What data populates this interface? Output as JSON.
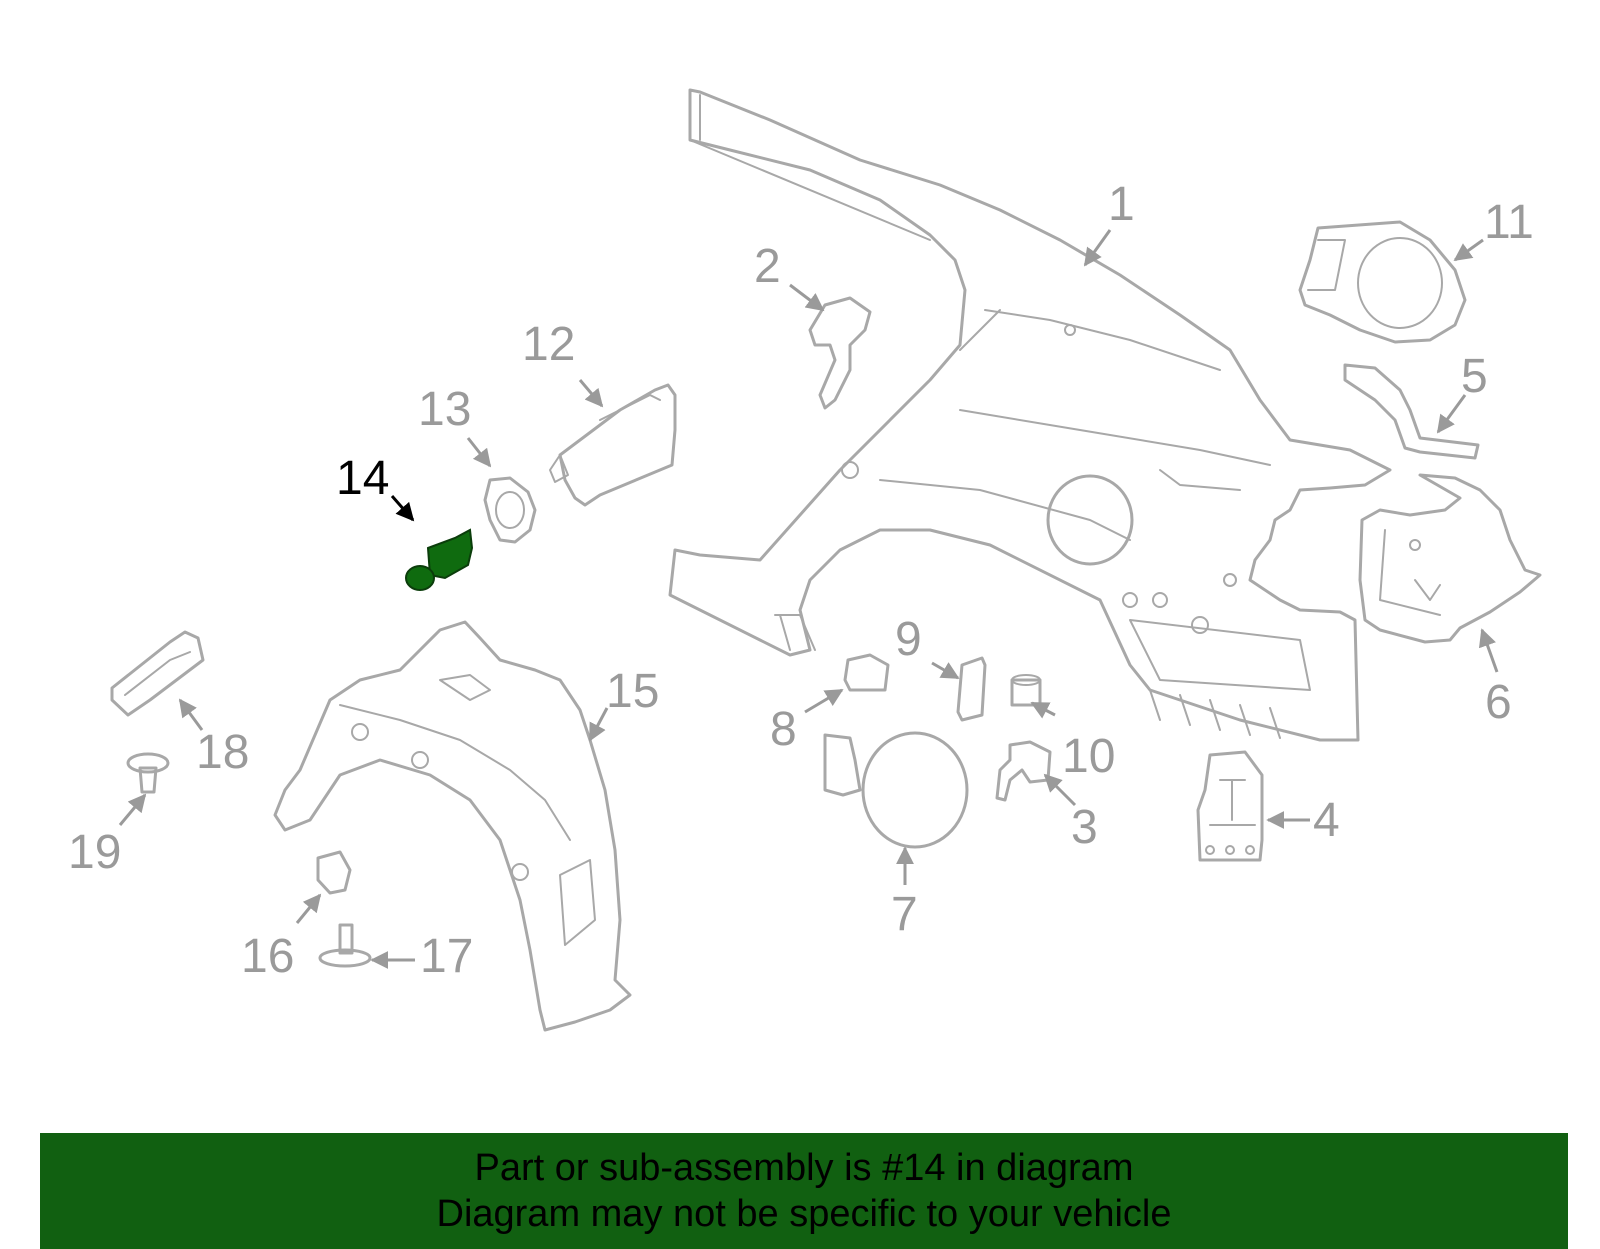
{
  "diagram": {
    "highlight_color": "#0f6b0f",
    "callouts": [
      {
        "id": "1",
        "label": "1"
      },
      {
        "id": "2",
        "label": "2"
      },
      {
        "id": "3",
        "label": "3"
      },
      {
        "id": "4",
        "label": "4"
      },
      {
        "id": "5",
        "label": "5"
      },
      {
        "id": "6",
        "label": "6"
      },
      {
        "id": "7",
        "label": "7"
      },
      {
        "id": "8",
        "label": "8"
      },
      {
        "id": "9",
        "label": "9"
      },
      {
        "id": "10",
        "label": "10"
      },
      {
        "id": "11",
        "label": "11"
      },
      {
        "id": "12",
        "label": "12"
      },
      {
        "id": "13",
        "label": "13"
      },
      {
        "id": "14",
        "label": "14",
        "highlighted": true
      },
      {
        "id": "15",
        "label": "15"
      },
      {
        "id": "16",
        "label": "16"
      },
      {
        "id": "17",
        "label": "17"
      },
      {
        "id": "18",
        "label": "18"
      },
      {
        "id": "19",
        "label": "19"
      }
    ]
  },
  "banner": {
    "color": "#116011",
    "line1": "Part or sub-assembly is #14 in diagram",
    "line2": "Diagram may not be specific to your vehicle"
  }
}
